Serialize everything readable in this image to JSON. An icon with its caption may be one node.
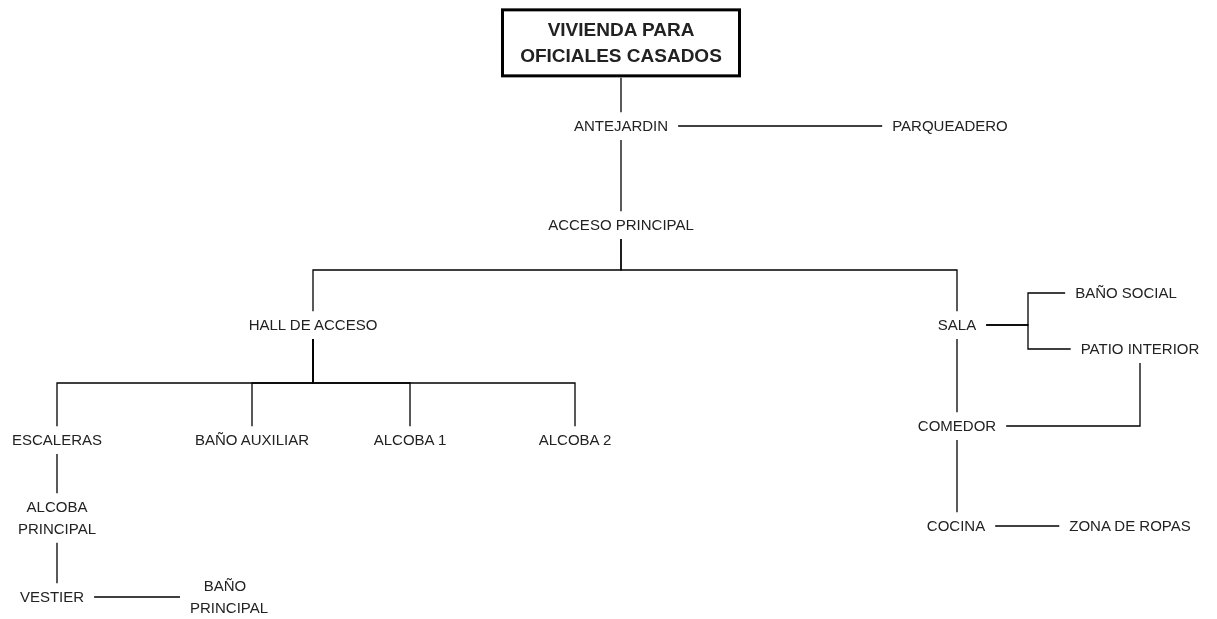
{
  "diagram": {
    "nodes": [
      {
        "text": [
          "VIVIENDA PARA OFICIALES CASADOS"
        ]
      },
      {
        "text": [
          "ANTEJARDIN"
        ]
      },
      {
        "text": [
          "PARQUEADERO"
        ]
      },
      {
        "text": [
          "ACCESO PRINCIPAL"
        ]
      },
      {
        "text": [
          "HALL DE ACCESO"
        ]
      },
      {
        "text": [
          "SALA"
        ]
      },
      {
        "text": [
          "BAÑO SOCIAL"
        ]
      },
      {
        "text": [
          "PATIO INTERIOR"
        ]
      },
      {
        "text": [
          "ESCALERAS"
        ]
      },
      {
        "text": [
          "BAÑO AUXILIAR"
        ]
      },
      {
        "text": [
          "ALCOBA 1"
        ]
      },
      {
        "text": [
          "ALCOBA 2"
        ]
      },
      {
        "text": [
          "COMEDOR"
        ]
      },
      {
        "text": [
          "ALCOBA PRINCIPAL"
        ]
      },
      {
        "text": [
          "COCINA"
        ]
      },
      {
        "text": [
          "ZONA DE ROPAS"
        ]
      },
      {
        "text": [
          "VESTIER"
        ]
      },
      {
        "text": [
          "BAÑO PRINCIPAL"
        ]
      }
    ],
    "edges": [
      {
        "from": 0,
        "to": 1,
        "arrow": "none"
      },
      {
        "from": 1,
        "to": 2,
        "arrow": "none"
      },
      {
        "from": 1,
        "to": 3,
        "arrow": "none"
      },
      {
        "from": 3,
        "to": 4,
        "arrow": "none"
      },
      {
        "from": 3,
        "to": 5,
        "arrow": "none"
      },
      {
        "from": 4,
        "to": 8,
        "arrow": "none"
      },
      {
        "from": 4,
        "to": 9,
        "arrow": "none"
      },
      {
        "from": 4,
        "to": 10,
        "arrow": "none"
      },
      {
        "from": 4,
        "to": 11,
        "arrow": "none"
      },
      {
        "from": 5,
        "to": 6,
        "arrow": "none"
      },
      {
        "from": 5,
        "to": 7,
        "arrow": "none"
      },
      {
        "from": 5,
        "to": 12,
        "arrow": "none"
      },
      {
        "from": 7,
        "to": 12,
        "arrow": "none"
      },
      {
        "from": 12,
        "to": 14,
        "arrow": "none"
      },
      {
        "from": 14,
        "to": 15,
        "arrow": "none"
      },
      {
        "from": 8,
        "to": 13,
        "arrow": "none"
      },
      {
        "from": 13,
        "to": 16,
        "arrow": "none"
      },
      {
        "from": 16,
        "to": 17,
        "arrow": "none"
      }
    ]
  }
}
